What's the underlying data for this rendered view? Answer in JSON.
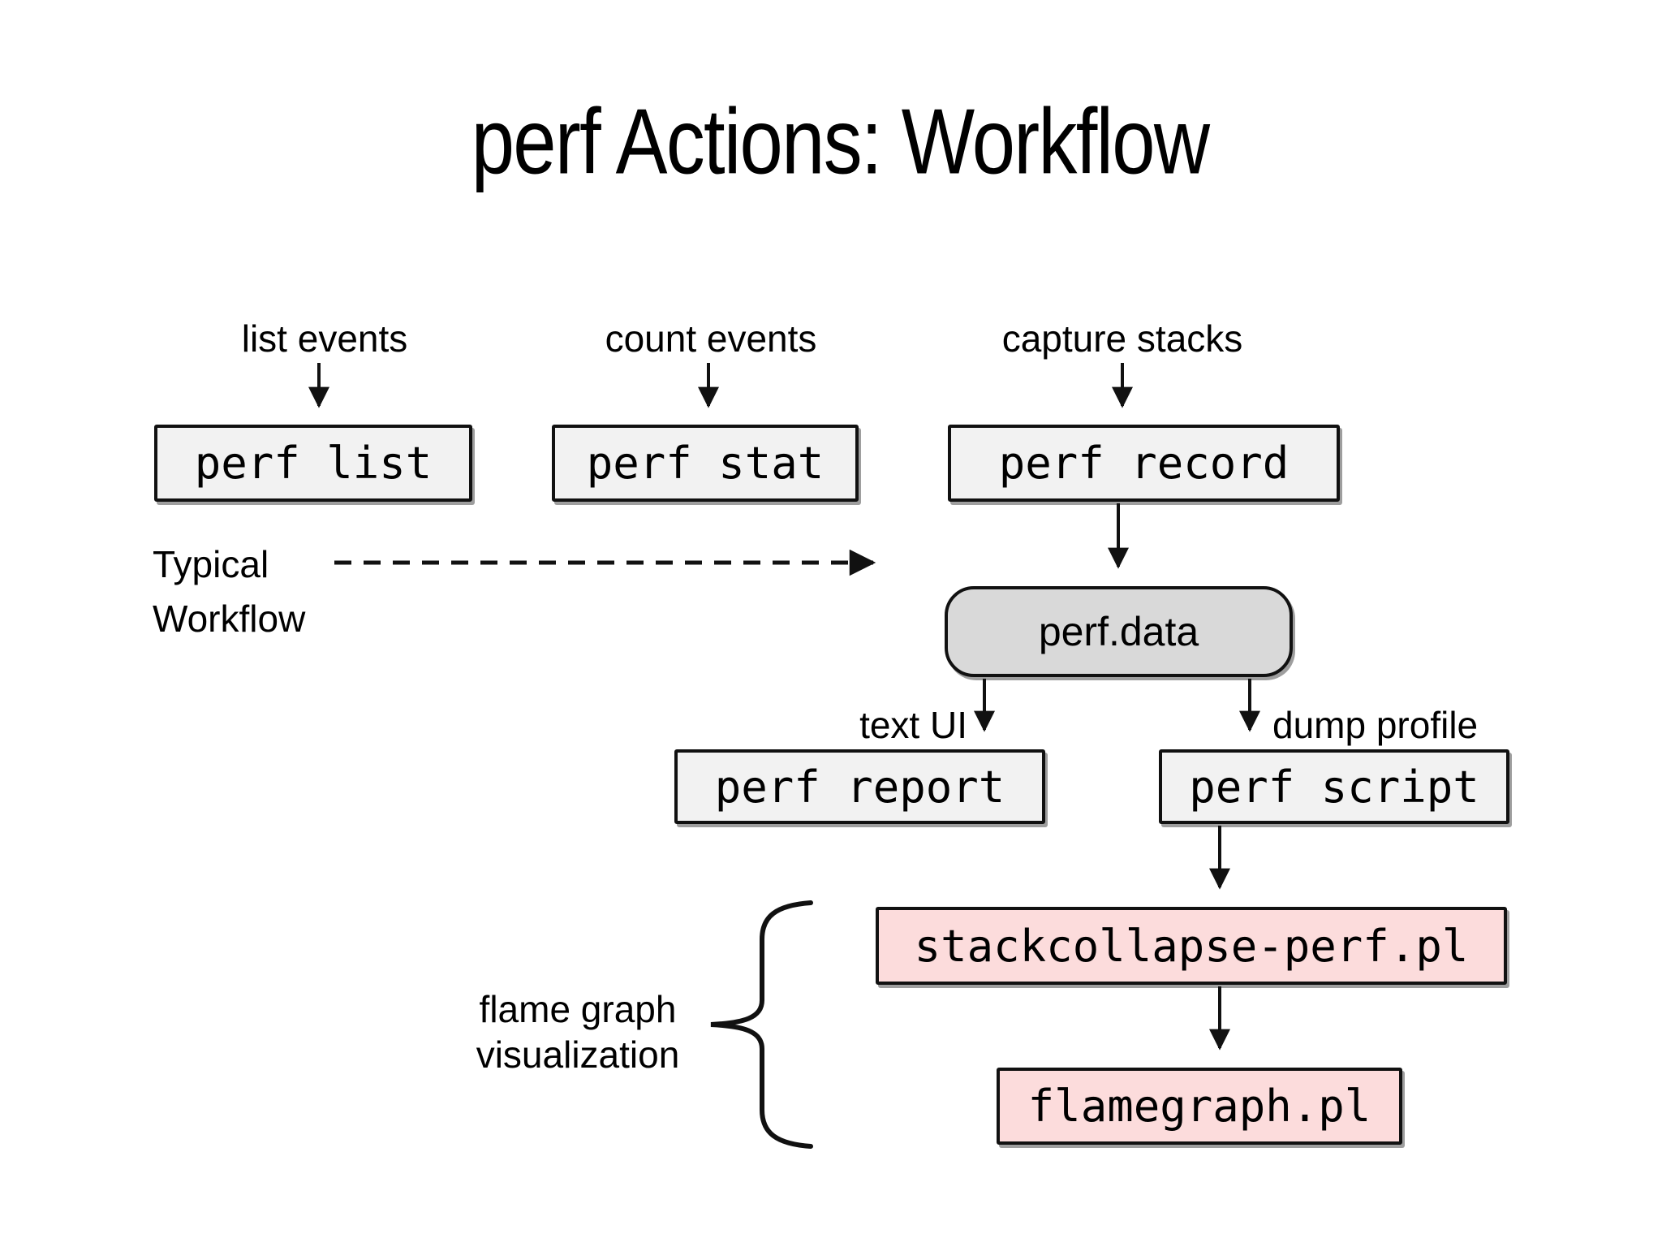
{
  "title": "perf Actions: Workflow",
  "annotations": {
    "list_events": "list events",
    "count_events": "count events",
    "capture_stacks": "capture stacks",
    "typical_line1": "Typical",
    "typical_line2": "Workflow",
    "text_ui": "text UI",
    "dump_profile": "dump profile",
    "flame_graph_line1": "flame graph",
    "flame_graph_line2": "visualization"
  },
  "nodes": {
    "perf_list": "perf list",
    "perf_stat": "perf stat",
    "perf_record": "perf record",
    "perf_data": "perf.data",
    "perf_report": "perf report",
    "perf_script": "perf script",
    "stackcollapse": "stackcollapse-perf.pl",
    "flamegraph": "flamegraph.pl"
  },
  "colors": {
    "command_box_fill": "#f2f2f2",
    "data_box_fill": "#d9d9d9",
    "flamegraph_box_fill": "#fcdcdc",
    "border": "#111111",
    "background": "#ffffff",
    "text": "#000000"
  }
}
